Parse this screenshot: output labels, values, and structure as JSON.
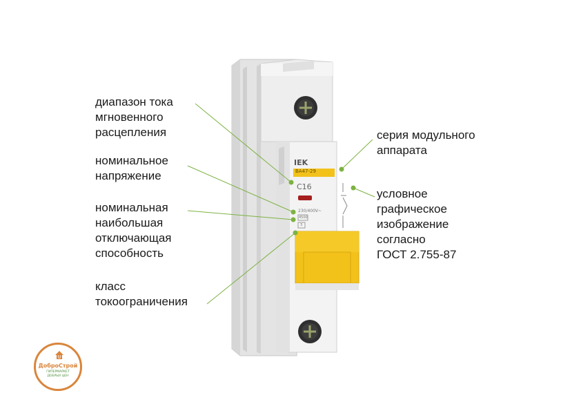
{
  "labels": {
    "trip_range": "диапазон тока\nмгновенного\nрасцепления",
    "rated_voltage": "номинальное\nнапряжение",
    "breaking_capacity": "номинальная\nнаибольшая\nотключающая\nспособность",
    "current_class": "класс\nтокоограничения",
    "series": "серия модульного\nаппарата",
    "symbol": "условное\nграфическое\nизображение\nсогласно\nГОСТ 2.755-87"
  },
  "device": {
    "brand": "IEK",
    "series_code": "ВА47-29",
    "curve_rating": "C16",
    "voltage": "230/400V~",
    "breaking": "4500",
    "class": "3"
  },
  "logo": {
    "name": "ДоброСтрой",
    "tagline": "Гипермаркет добрых цен"
  },
  "colors": {
    "accent_yellow": "#f2c21b",
    "line_green": "#7db243",
    "logo_orange": "#d9853b",
    "logo_green": "#4d8f3a"
  }
}
